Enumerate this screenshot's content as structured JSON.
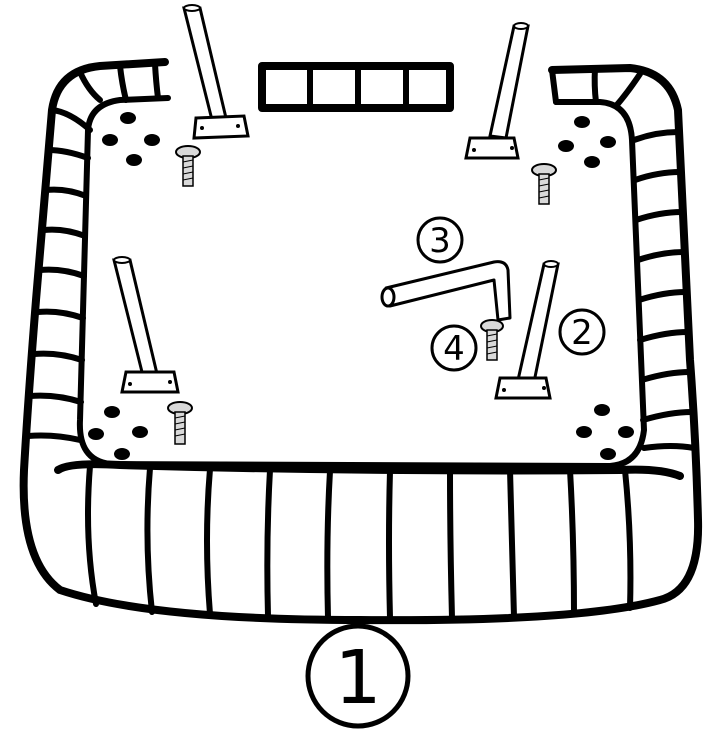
{
  "callouts": {
    "frame": "1",
    "leg": "2",
    "hex_key": "3",
    "bolt": "4"
  },
  "colors": {
    "ink": "#000000",
    "paper": "#ffffff",
    "bolt": "#d9d9d9"
  },
  "parts": [
    "ottoman-frame",
    "leg",
    "hex-key",
    "bolt",
    "corner-nut-pattern"
  ]
}
